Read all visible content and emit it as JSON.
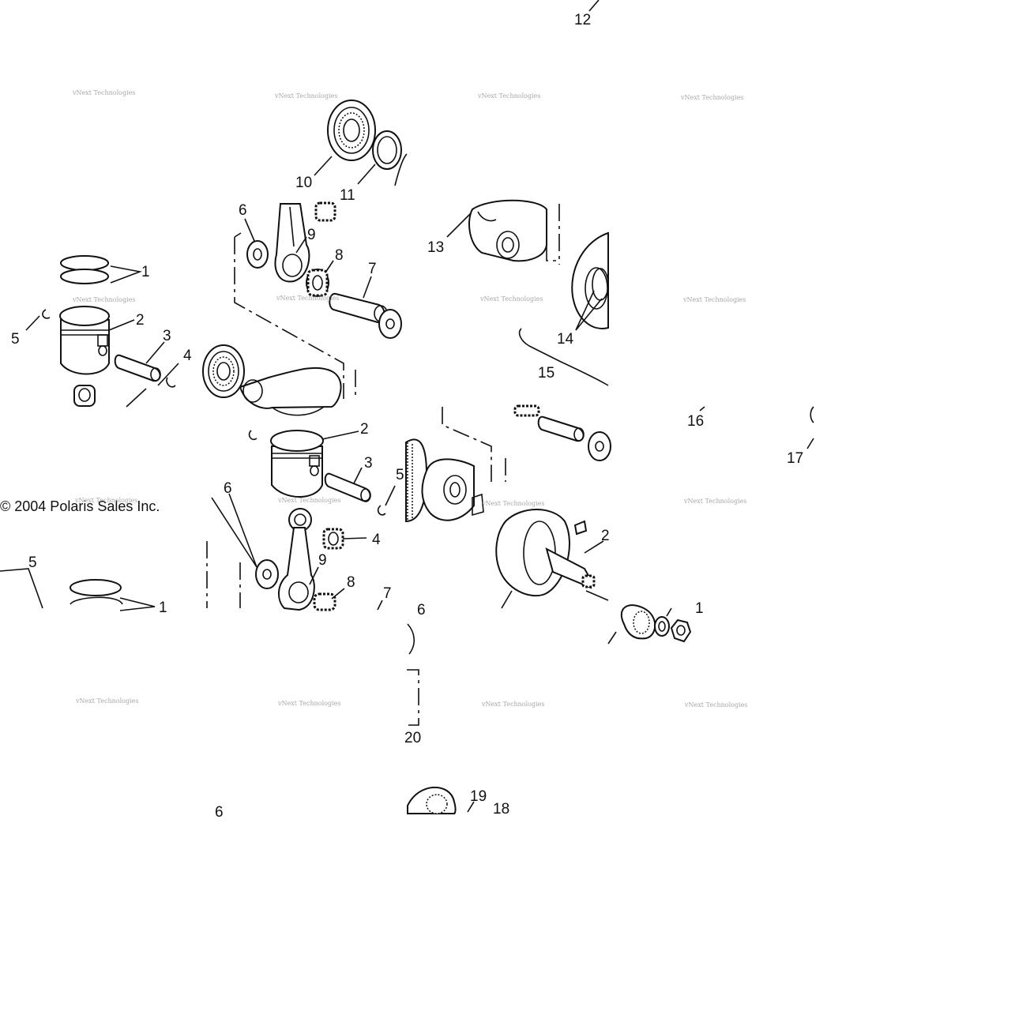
{
  "copyright": "© 2004 Polaris Sales Inc.",
  "watermark": "vNext Technologies",
  "callouts": [
    "12",
    "10",
    "11",
    "6",
    "9",
    "1",
    "8",
    "7",
    "13",
    "5",
    "2",
    "3",
    "4",
    "14",
    "15",
    "16",
    "17",
    "2",
    "3",
    "5",
    "6",
    "4",
    "9",
    "8",
    "7",
    "5",
    "1",
    "2",
    "6",
    "6",
    "20",
    "19",
    "18"
  ],
  "colors": {
    "line": "#111111",
    "background": "#ffffff",
    "watermark": "#8a8a8a"
  }
}
